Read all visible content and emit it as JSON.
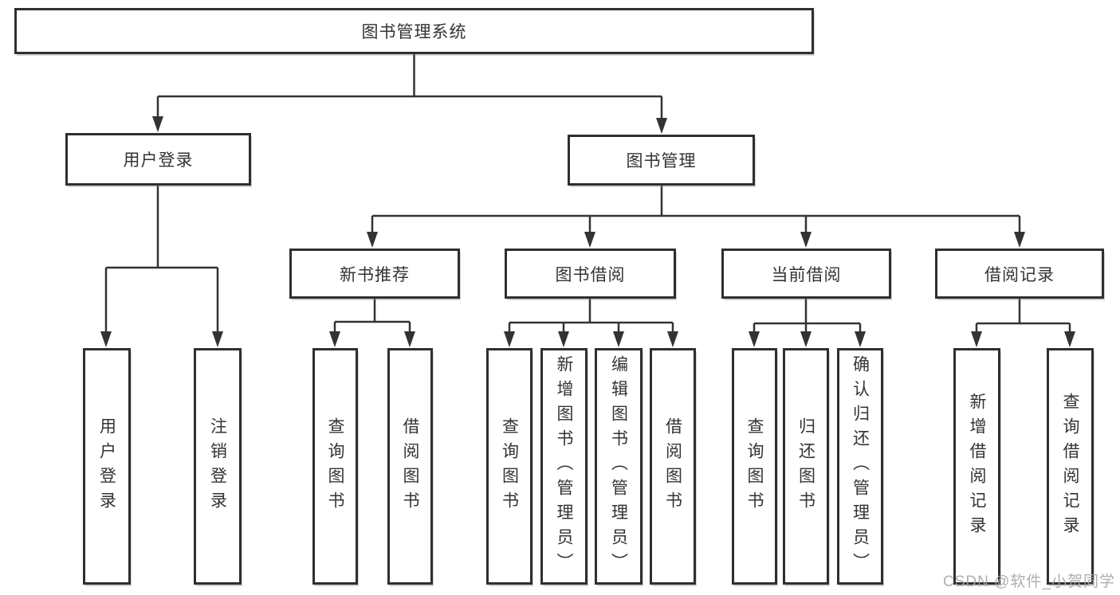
{
  "tree": {
    "label": "图书管理系统",
    "children": [
      {
        "label": "用户登录",
        "children": [
          {
            "label": "用户登录"
          },
          {
            "label": "注销登录"
          }
        ]
      },
      {
        "label": "图书管理",
        "children": [
          {
            "label": "新书推荐",
            "children": [
              {
                "label": "查询图书"
              },
              {
                "label": "借阅图书"
              }
            ]
          },
          {
            "label": "图书借阅",
            "children": [
              {
                "label": "查询图书"
              },
              {
                "label": "新增图书（管理员）"
              },
              {
                "label": "编辑图书（管理员）"
              },
              {
                "label": "借阅图书"
              }
            ]
          },
          {
            "label": "当前借阅",
            "children": [
              {
                "label": "查询图书"
              },
              {
                "label": "归还图书"
              },
              {
                "label": "确认归还（管理员）"
              }
            ]
          },
          {
            "label": "借阅记录",
            "children": [
              {
                "label": "新增借阅记录"
              },
              {
                "label": "查询借阅记录"
              }
            ]
          }
        ]
      }
    ]
  },
  "watermark": {
    "text": "CSDN @软件_小贺同学"
  },
  "colors": {
    "background": "#ffffff",
    "box_border": "#2f2f2f",
    "connector_line": "#333333",
    "text": "#333333",
    "watermark_text": "#a6a6a6"
  }
}
